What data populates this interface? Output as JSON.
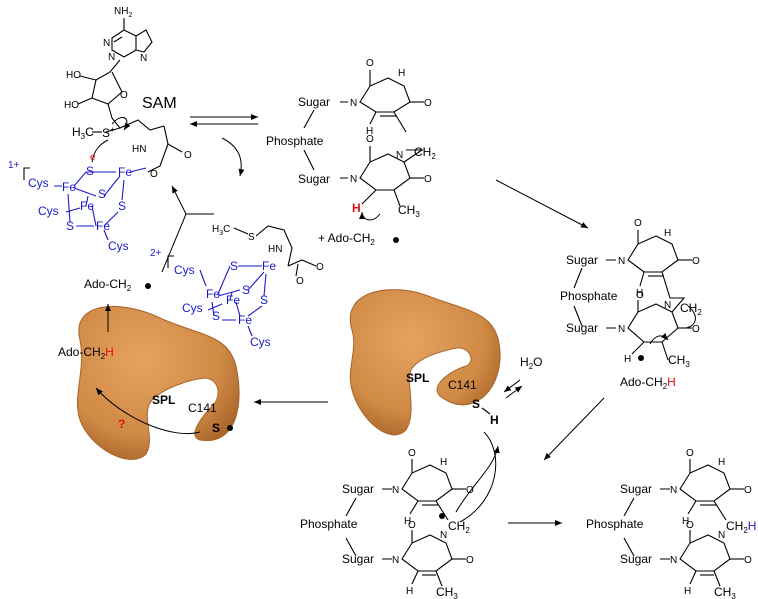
{
  "labels": {
    "nh2": "NH",
    "sub2": "2",
    "n": "N",
    "o": "O",
    "ho": "HO",
    "h3c": "H",
    "sub3": "3",
    "c": "C",
    "s": "S",
    "sam": "SAM",
    "hn": "HN",
    "e": "e",
    "plus": "+",
    "one_plus": "1+",
    "two_plus": "2+",
    "cys": "Cys",
    "fe": "Fe",
    "sugar": "Sugar",
    "phosphate": "Phosphate",
    "h": "H",
    "ch": "CH",
    "ado_ch2": "Ado-CH",
    "plus_ado_ch2": "+ Ado-CH",
    "spl": "SPL",
    "c141": "C141",
    "question": "?",
    "h2o": "H",
    "h2o_o": "O"
  },
  "colors": {
    "cluster": "#1a1acc",
    "highlight": "#e01010",
    "enzyme": "#cf8a45",
    "enzyme_dark": "#a8642a"
  }
}
